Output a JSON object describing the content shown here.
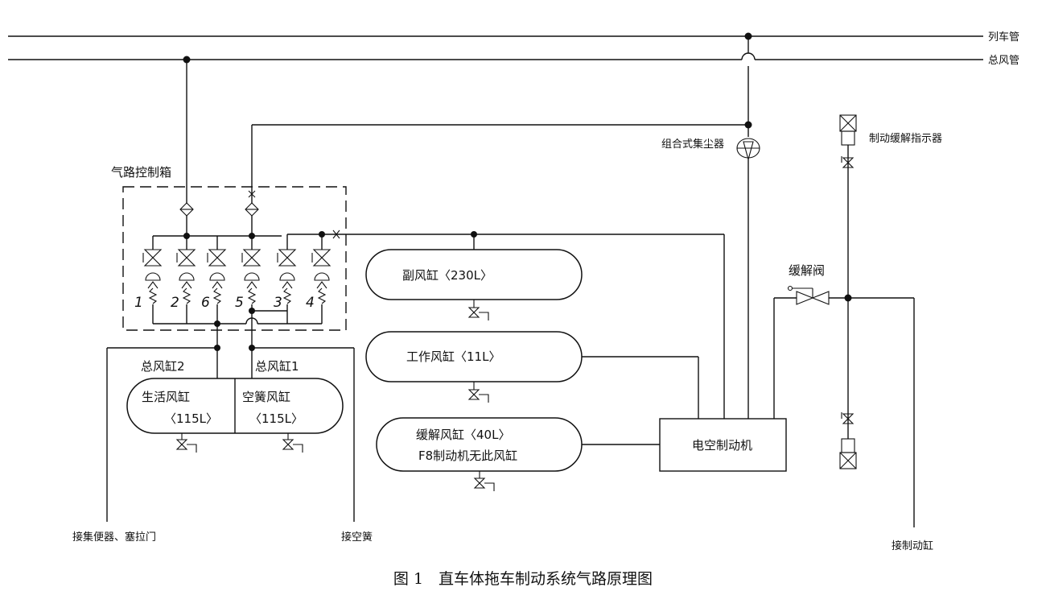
{
  "pipes": {
    "train_pipe": "列车管",
    "main_pipe": "总风管"
  },
  "control_box": {
    "title": "气路控制箱",
    "valve_numbers": [
      "1",
      "2",
      "6",
      "5",
      "3",
      "4"
    ]
  },
  "components": {
    "dust_collector": "组合式集尘器",
    "indicator": "制动缓解指示器",
    "release_valve": "缓解阀",
    "brake_unit": "电空制动机"
  },
  "tanks": {
    "main_tank_2_label": "总风缸2",
    "main_tank_1_label": "总风缸1",
    "living_tank_name": "生活风缸",
    "living_tank_volume": "〈115L〉",
    "ac_tank_name": "空簧风缸",
    "ac_tank_volume": "〈115L〉",
    "auxiliary": "副风缸〈230L〉",
    "working": "工作风缸〈11L〉",
    "release_tank_line1": "缓解风缸〈40L〉",
    "release_tank_line2": "F8制动机无此风缸"
  },
  "outlets": {
    "toilet_door": "接集便器、塞拉门",
    "air_spring": "接空簧",
    "brake_cylinder": "接制动缸"
  },
  "caption": "图 1　直车体拖车制动系统气路原理图"
}
